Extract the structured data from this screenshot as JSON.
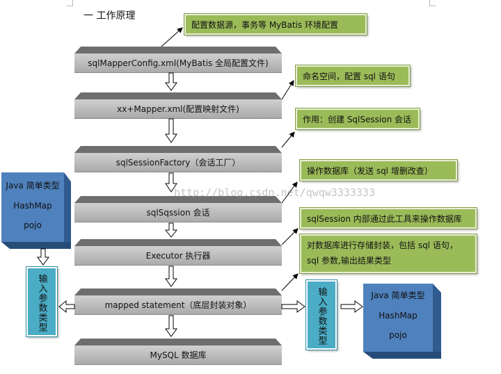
{
  "title": "一 工作原理",
  "stages": [
    {
      "id": "config",
      "label": "sqlMapperConfig.xml(MyBatis 全局配置文件)"
    },
    {
      "id": "mapper",
      "label": "xx+Mapper.xml(配置映射文件)"
    },
    {
      "id": "factory",
      "label": "sqlSessionFactory（会话工厂）"
    },
    {
      "id": "session",
      "label": "sqlSqssion 会话"
    },
    {
      "id": "executor",
      "label": "Executor 执行器"
    },
    {
      "id": "mapped",
      "label": "mapped statement（底层封装对象）"
    },
    {
      "id": "mysql",
      "label": "MySQL 数据库"
    }
  ],
  "notes": [
    {
      "id": "config",
      "text": "配置数据源，事务等 MyBatis 环境配置"
    },
    {
      "id": "mapper",
      "text": "命名空间，配置 sql 语句"
    },
    {
      "id": "factory",
      "text": "作用：创建 SqlSession 会话"
    },
    {
      "id": "session",
      "text": "操作数据库（发送 sql 增删改查）"
    },
    {
      "id": "executor",
      "text": "sqlSession 内部通过此工具来操作数据库"
    },
    {
      "id": "mapped",
      "text": "对数据库进行存储封装，包括 sql 语句，sql 参数,输出结果类型"
    }
  ],
  "input_types": {
    "lines": [
      "Java 简单类型",
      "HashMap",
      "pojo"
    ]
  },
  "input_param_label": "输入参数类型",
  "output_param_label": "输入参数类型",
  "output_types": {
    "lines": [
      "Java 简单类型",
      "HashMap",
      "pojo"
    ]
  },
  "watermark": "http://blog.csdn.net/qwqw3333333"
}
